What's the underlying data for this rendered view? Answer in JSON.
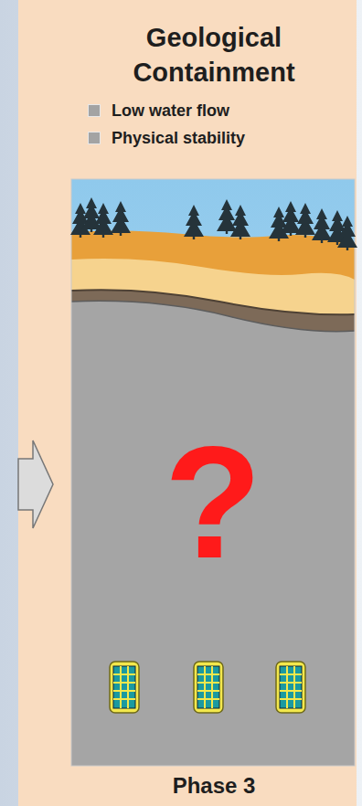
{
  "diagram": {
    "title": "Geological Containment",
    "caption": "Phase 3",
    "labels": [
      "?"
    ],
    "legend": [
      {
        "text": "Low water flow",
        "color": "#a3a3a3"
      },
      {
        "text": "Physical stability",
        "color": "#a3a3a3"
      }
    ]
  }
}
